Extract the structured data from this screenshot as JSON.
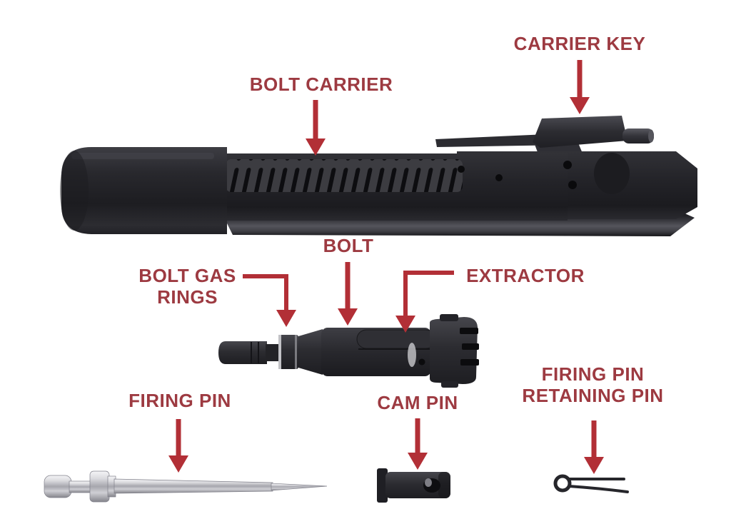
{
  "diagram": {
    "background": "#ffffff",
    "label_color": "#9d3a41",
    "arrow_color": "#b22f36",
    "metal_dark_color": "#26262a",
    "metal_silver_color": "#c9c9cd"
  },
  "labels": {
    "bolt_carrier": "BOLT CARRIER",
    "carrier_key": "CARRIER KEY",
    "bolt": "BOLT",
    "bolt_gas_rings": "BOLT GAS RINGS",
    "extractor": "EXTRACTOR",
    "firing_pin": "FIRING PIN",
    "cam_pin": "CAM PIN",
    "firing_pin_retaining_pin": "FIRING PIN RETAINING PIN"
  }
}
